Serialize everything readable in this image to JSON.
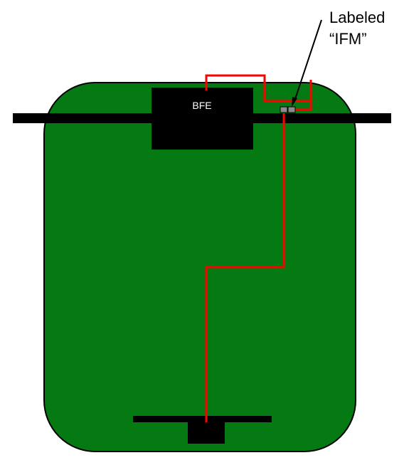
{
  "diagram": {
    "block_label": "BFE",
    "callout": {
      "line1": "Labeled",
      "line2": "“IFM”"
    },
    "colors": {
      "board": "#067a12",
      "board_stroke": "#000000",
      "block": "#000000",
      "wire": "#ff0000",
      "connector": "#8c8c8c",
      "text_on_block": "#ffffff",
      "callout_text": "#000000"
    }
  }
}
